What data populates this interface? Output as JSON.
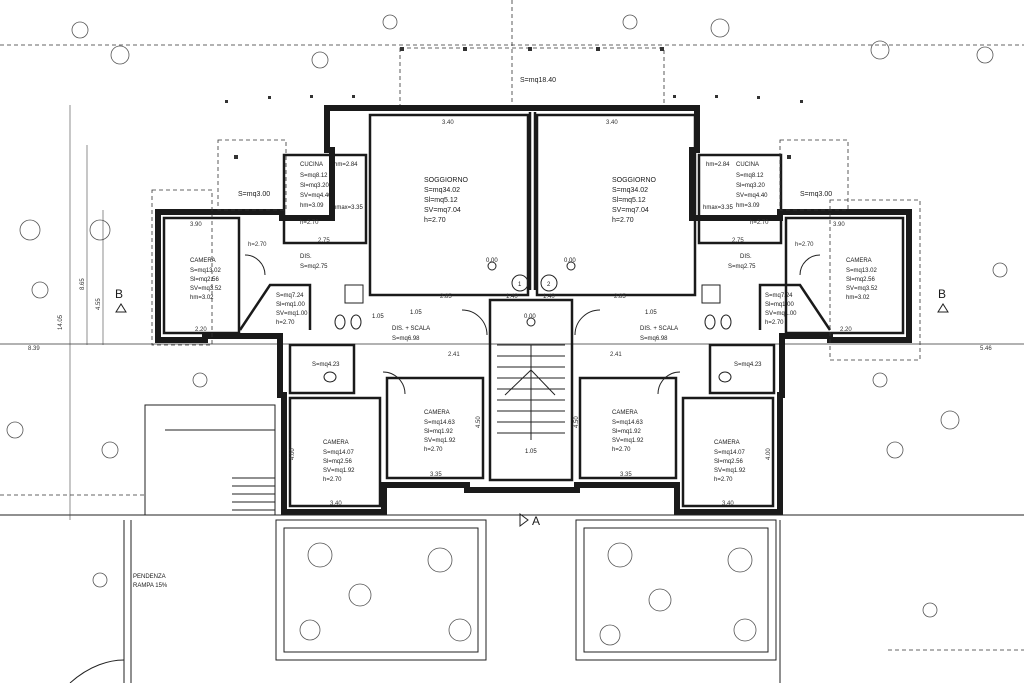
{
  "rooms": {
    "soggiorno_l": {
      "name": "SOGGIORNO",
      "l1": "S=mq34.02",
      "l2": "Sl=mq5.12",
      "l3": "SV=mq7.04",
      "l4": "h=2.70"
    },
    "soggiorno_r": {
      "name": "SOGGIORNO",
      "l1": "S=mq34.02",
      "l2": "Sl=mq5.12",
      "l3": "SV=mq7.04",
      "l4": "h=2.70"
    },
    "cucina_l": {
      "name": "CUCINA",
      "hm": "hm=2.84",
      "l1": "S=mq8.12",
      "l2": "Sl=mq3.20",
      "l3": "SV=mq4.40",
      "l4": "hm=3.09",
      "hmax": "hmax=3.35"
    },
    "cucina_r": {
      "name": "CUCINA",
      "hm": "hm=2.84",
      "l1": "S=mq8.12",
      "l2": "Sl=mq3.20",
      "l3": "SV=mq4.40",
      "l4": "hm=3.09",
      "hmax": "hmax=3.35"
    },
    "camera_wl": {
      "name": "CAMERA",
      "l1": "S=mq13.02",
      "l2": "Sl=mq2.56",
      "l3": "SV=mq3.52",
      "l4": "hm=3.02"
    },
    "camera_wr": {
      "name": "CAMERA",
      "l1": "S=mq13.02",
      "l2": "Sl=mq2.56",
      "l3": "SV=mq3.52",
      "l4": "hm=3.02"
    },
    "bagno_l": {
      "l1": "S=mq7.24",
      "l2": "Sl=mq1.00",
      "l3": "SV=mq1.00",
      "l4": "h=2.70"
    },
    "bagno_r": {
      "l1": "S=mq7.24",
      "l2": "Sl=mq1.00",
      "l3": "SV=mq1.00",
      "l4": "h=2.70"
    },
    "dis_l": {
      "name": "DIS.",
      "l1": "S=mq2.75"
    },
    "dis_r": {
      "name": "DIS.",
      "l1": "S=mq2.75"
    },
    "scala_l": {
      "name": "DIS. + SCALA",
      "l1": "S=mq6.98"
    },
    "scala_r": {
      "name": "DIS. + SCALA",
      "l1": "S=mq6.98"
    },
    "wc_l": {
      "l1": "S=mq4.23"
    },
    "wc_r": {
      "l1": "S=mq4.23"
    },
    "camera_sl": {
      "name": "CAMERA",
      "l1": "S=mq14.07",
      "l2": "Sl=mq2.56",
      "l3": "SV=mq1.92",
      "l4": "h=2.70"
    },
    "camera_sr": {
      "name": "CAMERA",
      "l1": "S=mq14.07",
      "l2": "Sl=mq2.56",
      "l3": "SV=mq1.92",
      "l4": "h=2.70"
    },
    "camera_cl": {
      "name": "CAMERA",
      "l1": "S=mq14.63",
      "l2": "Sl=mq1.92",
      "l3": "SV=mq1.92",
      "l4": "h=2.70"
    },
    "camera_cr": {
      "name": "CAMERA",
      "l1": "S=mq14.63",
      "l2": "Sl=mq1.92",
      "l3": "SV=mq1.92",
      "l4": "h=2.70"
    }
  },
  "portico": {
    "top": "S=mq18.40",
    "left": "S=mq3.00",
    "right": "S=mq3.00"
  },
  "levels": {
    "l1": "0.00",
    "l2": "0.00",
    "l3": "0.00",
    "l4": "1.05",
    "l5": "1.05",
    "l6": "1.05",
    "l7": "1.05"
  },
  "dims": {
    "top_l": "3.40",
    "top_r": "3.40",
    "v_total": "14.05",
    "v_mid": "8.65",
    "v_low": "4.55",
    "left_axis": "8.39",
    "right_axis": "5.46",
    "d285a": "2.85",
    "d285b": "2.85",
    "d140a": "1.40",
    "d140b": "1.40",
    "d275a": "2.75",
    "d275b": "2.75",
    "d241a": "2.41",
    "d241b": "2.41",
    "d335a": "3.35",
    "d335b": "3.35",
    "d340a": "3.40",
    "d340b": "3.40",
    "d220a": "2.20",
    "d220b": "2.20",
    "d390a": "3.90",
    "d390b": "3.90",
    "d270a": "h=2.70",
    "d270b": "h=2.70",
    "d270c": "h=2.70",
    "d270d": "h=2.70",
    "d450a": "4.50",
    "d450b": "4.50",
    "d400a": "4.00",
    "d400b": "4.00"
  },
  "markers": {
    "b_left": "B",
    "b_right": "B",
    "section_a": "A",
    "n1": "1",
    "n2": "2"
  },
  "ramp": {
    "l1": "PENDENZA",
    "l2": "RAMPA 15%"
  }
}
